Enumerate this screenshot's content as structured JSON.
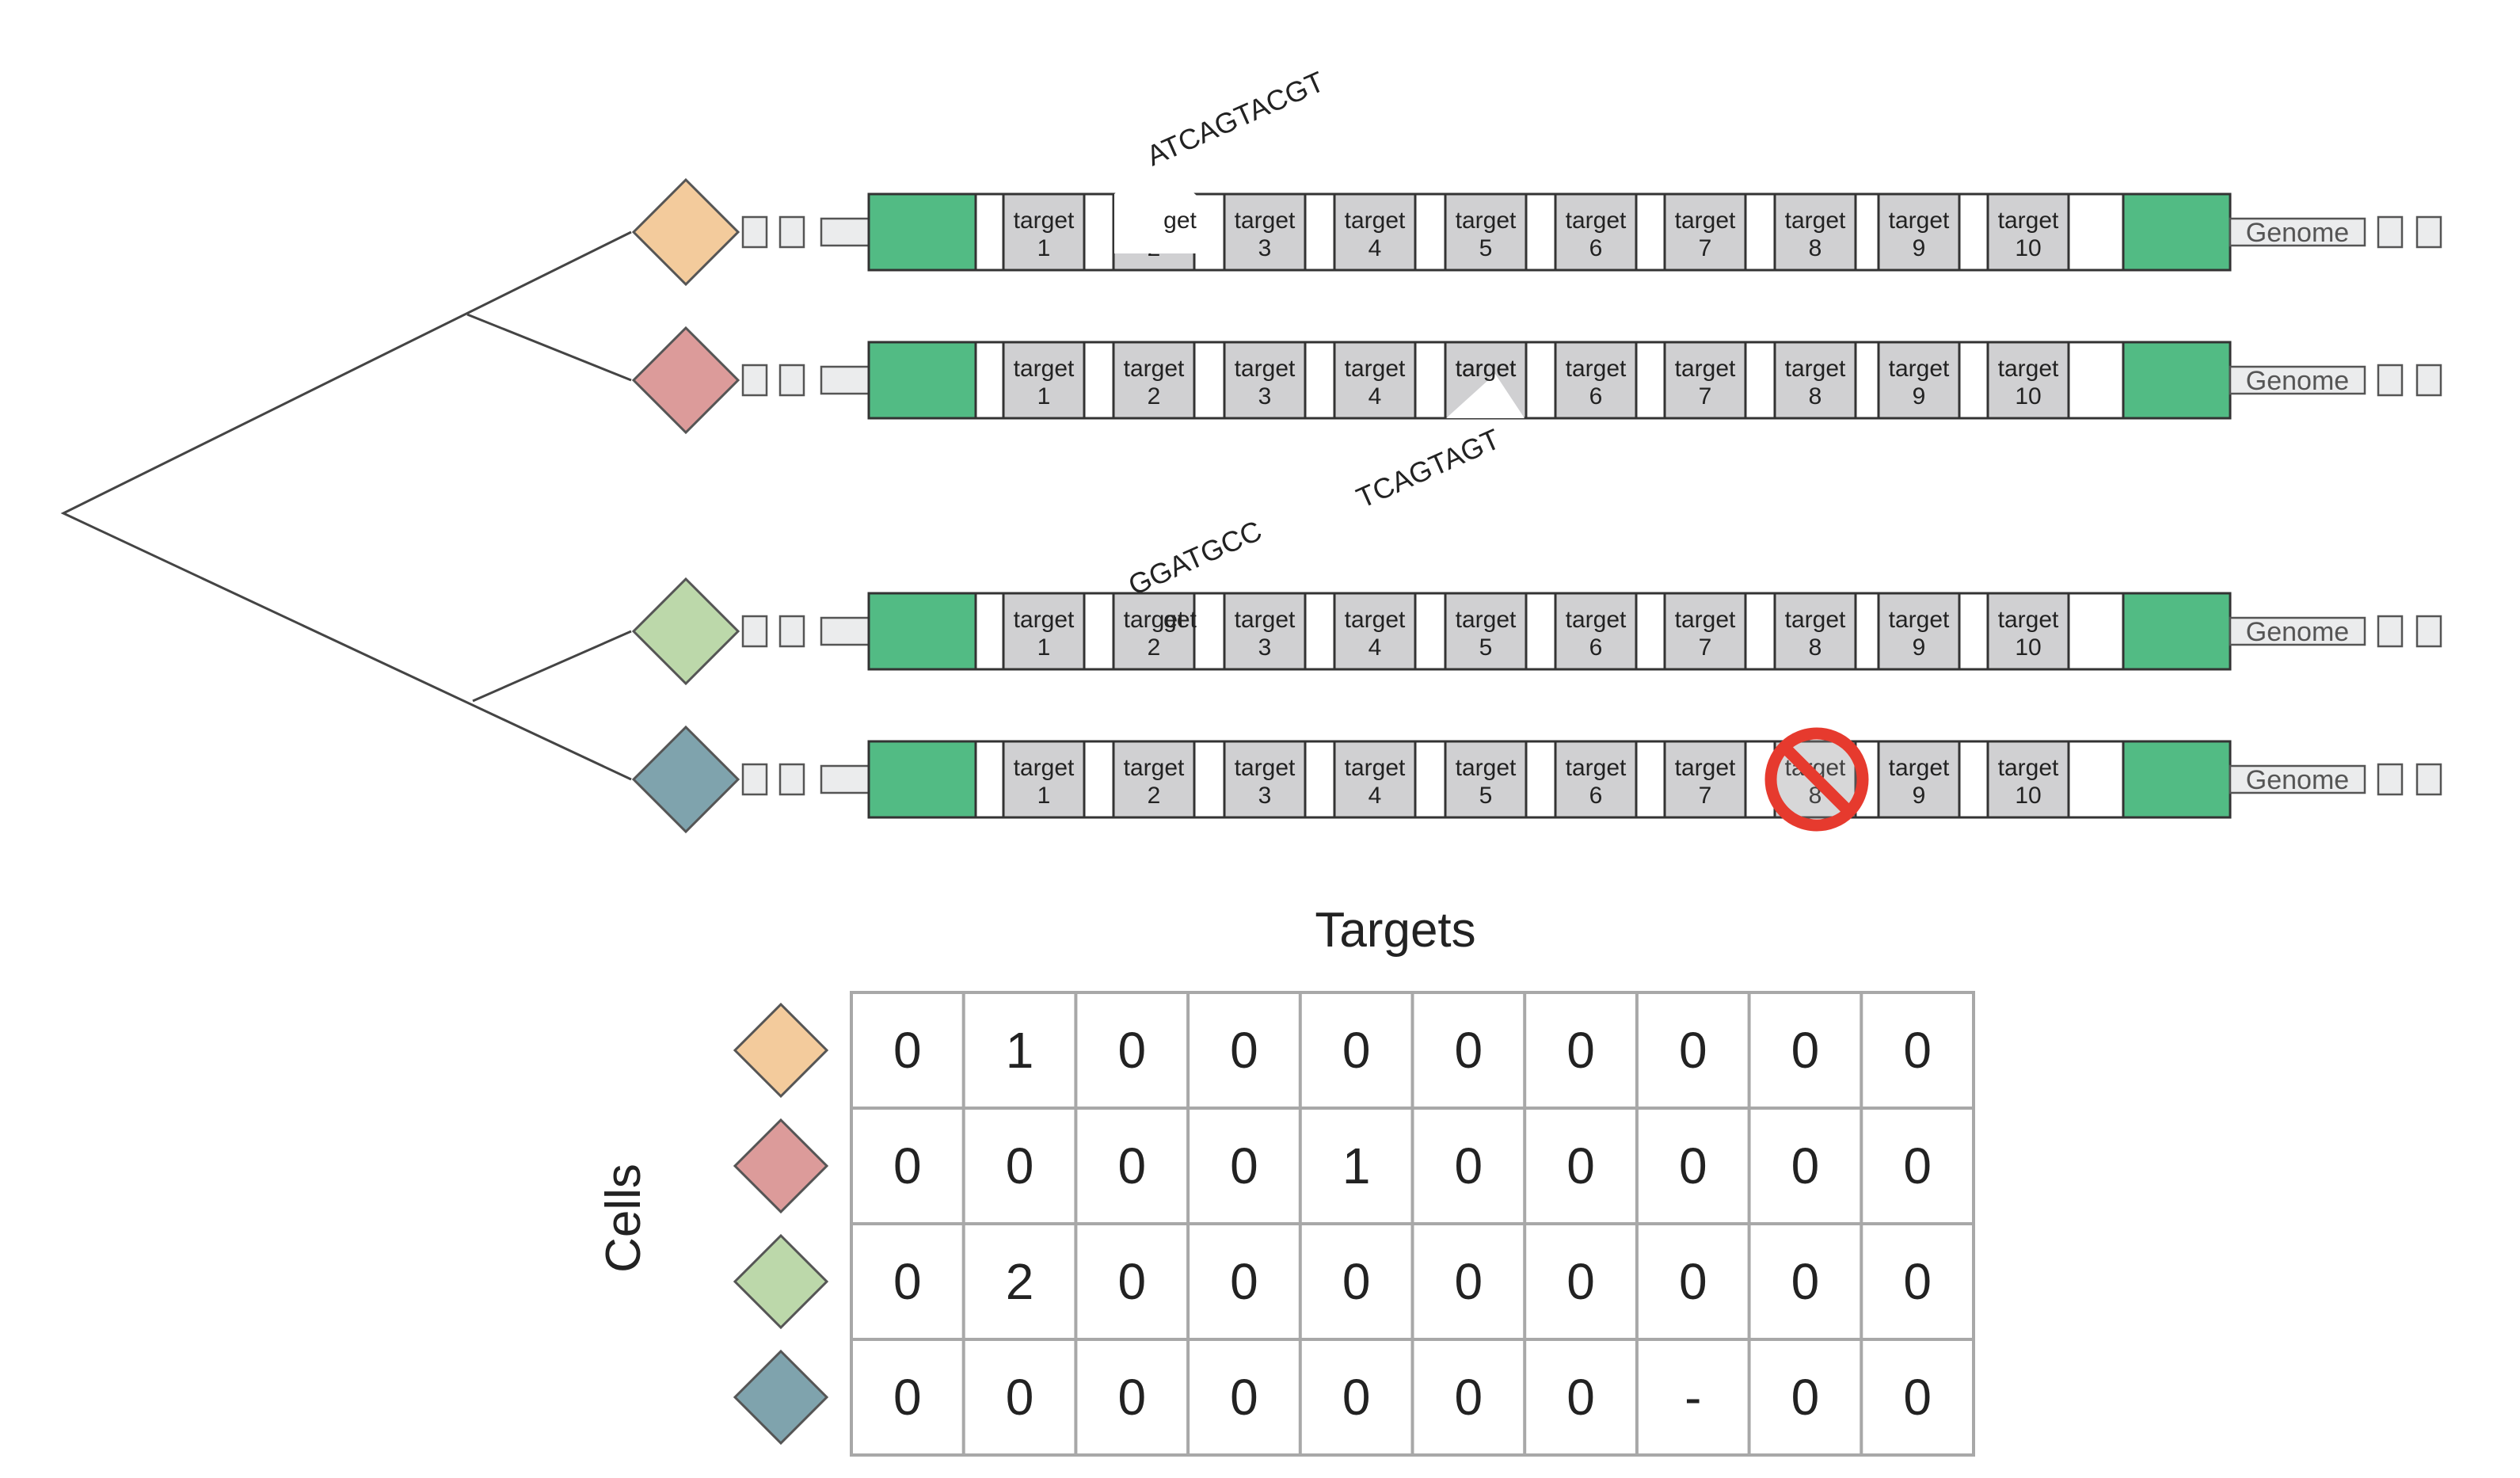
{
  "colors": {
    "background": "#ffffff",
    "cassette": "#52bb84",
    "target": "#d0d0d2",
    "spacer": "#ffffff",
    "genome": "#ebeced",
    "outline": "#333333",
    "tree_line": "#444444",
    "grid": "#a8a8a8",
    "no_symbol": "#e63a2e"
  },
  "cells": [
    {
      "id": "cell-1",
      "color": "#f3cb9c"
    },
    {
      "id": "cell-2",
      "color": "#dc9b9a"
    },
    {
      "id": "cell-3",
      "color": "#bcd8aa"
    },
    {
      "id": "cell-4",
      "color": "#7fa3ad"
    }
  ],
  "target_word": "target",
  "target_numbers": [
    "1",
    "2",
    "3",
    "4",
    "5",
    "6",
    "7",
    "8",
    "9",
    "10"
  ],
  "genome_label": "Genome",
  "insertions": [
    {
      "row": 0,
      "target": 2,
      "sequence": "ATCAGTACGT"
    },
    {
      "row": 1,
      "target": 5,
      "sequence": "TCAGTAGT"
    },
    {
      "row": 2,
      "target": 2,
      "sequence": "GGATGCC"
    }
  ],
  "dropout": {
    "row": 3,
    "target": 8,
    "icon": "no-symbol-icon"
  },
  "matrix": {
    "title": "Targets",
    "row_label": "Cells",
    "rows": [
      [
        "0",
        "1",
        "0",
        "0",
        "0",
        "0",
        "0",
        "0",
        "0",
        "0"
      ],
      [
        "0",
        "0",
        "0",
        "0",
        "1",
        "0",
        "0",
        "0",
        "0",
        "0"
      ],
      [
        "0",
        "2",
        "0",
        "0",
        "0",
        "0",
        "0",
        "0",
        "0",
        "0"
      ],
      [
        "0",
        "0",
        "0",
        "0",
        "0",
        "0",
        "0",
        "-",
        "0",
        "0"
      ]
    ]
  }
}
